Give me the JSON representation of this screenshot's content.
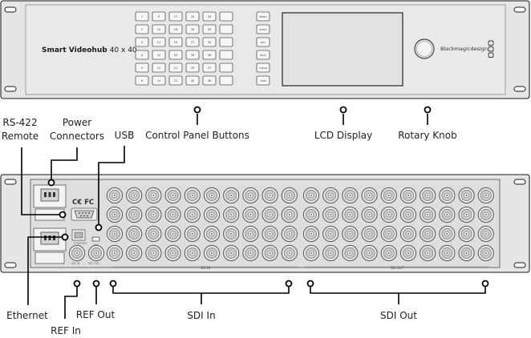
{
  "device": {
    "model_name": "Smart Videohub",
    "model_size": "40 x 40",
    "brand": "Blackmagicdesign",
    "rear_marks": "C€ FC",
    "buttons": [
      [
        "1",
        "9",
        "17",
        "25",
        "33",
        "",
        "MENU"
      ],
      [
        "2",
        "10",
        "18",
        "26",
        "34",
        "",
        "VIDEO"
      ],
      [
        "3",
        "11",
        "19",
        "27",
        "35",
        "",
        "REC"
      ],
      [
        "4",
        "12",
        "20",
        "28",
        "36",
        "",
        "DEST"
      ],
      [
        "5",
        "13",
        "21",
        "29",
        "37",
        "",
        "CLEAR"
      ],
      [
        "6",
        "14",
        "22",
        "30",
        "38",
        "",
        "TAKE"
      ]
    ],
    "rear_port_labels": {
      "ethernet": "ETHERNET",
      "usb": "USB",
      "ref_in": "REF IN",
      "ref_out": "REF OUT",
      "sdi_in": "SDI IN",
      "sdi_out": "SDI OUT"
    }
  },
  "callouts": {
    "rs422": [
      "RS-422",
      "Remote"
    ],
    "power": [
      "Power",
      "Connectors"
    ],
    "usb": "USB",
    "control_panel": "Control Panel Buttons",
    "lcd": "LCD Display",
    "rotary": "Rotary Knob",
    "ethernet": "Ethernet",
    "ref_in": "REF In",
    "ref_out": "REF Out",
    "sdi_in": "SDI In",
    "sdi_out": "SDI Out"
  }
}
